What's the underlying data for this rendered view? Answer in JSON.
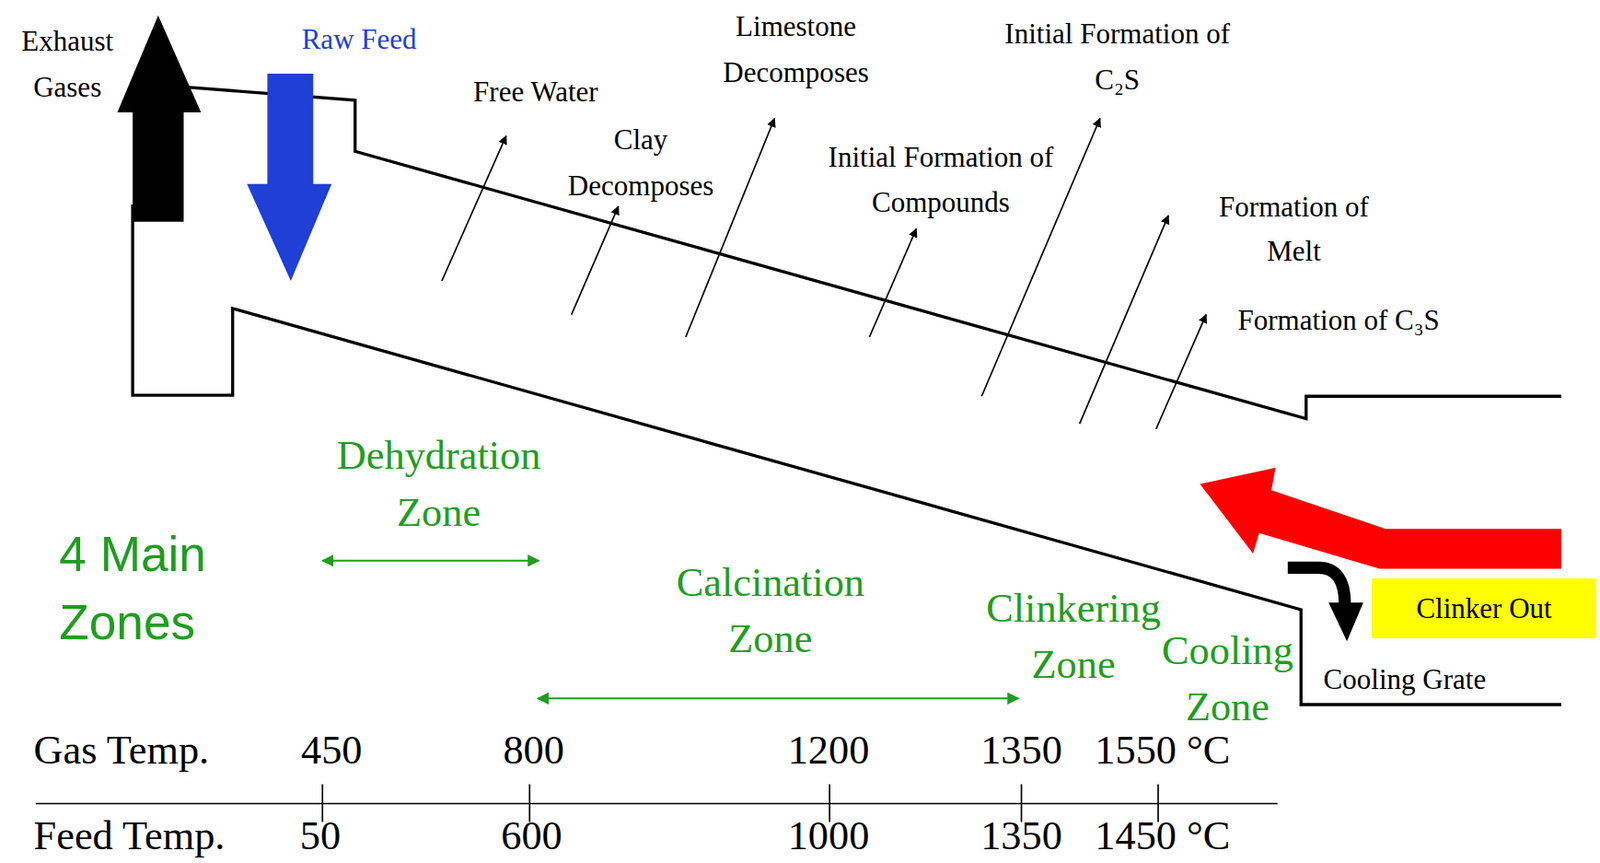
{
  "diagram": {
    "nodes": [
      {
        "text": [
          "Clinker Out"
        ]
      }
    ],
    "labels": [
      "Exhaust Gases",
      "Raw Feed",
      "Free Water",
      "Clay Decomposes",
      "Limestone Decomposes",
      "Initial Formation of Compounds",
      "Initial Formation of C₂S",
      "Formation of Melt",
      "Formation of C₃S",
      "Dehydration Zone",
      "4 Main Zones",
      "Calcination Zone",
      "Clinkering Zone",
      "Cooling Zone",
      "Cooling Grate",
      "Gas Temp.",
      "450",
      "800",
      "1200",
      "1350",
      "1550 °C",
      "Feed Temp.",
      "50",
      "600",
      "1000",
      "1350",
      "1450 °C"
    ]
  }
}
